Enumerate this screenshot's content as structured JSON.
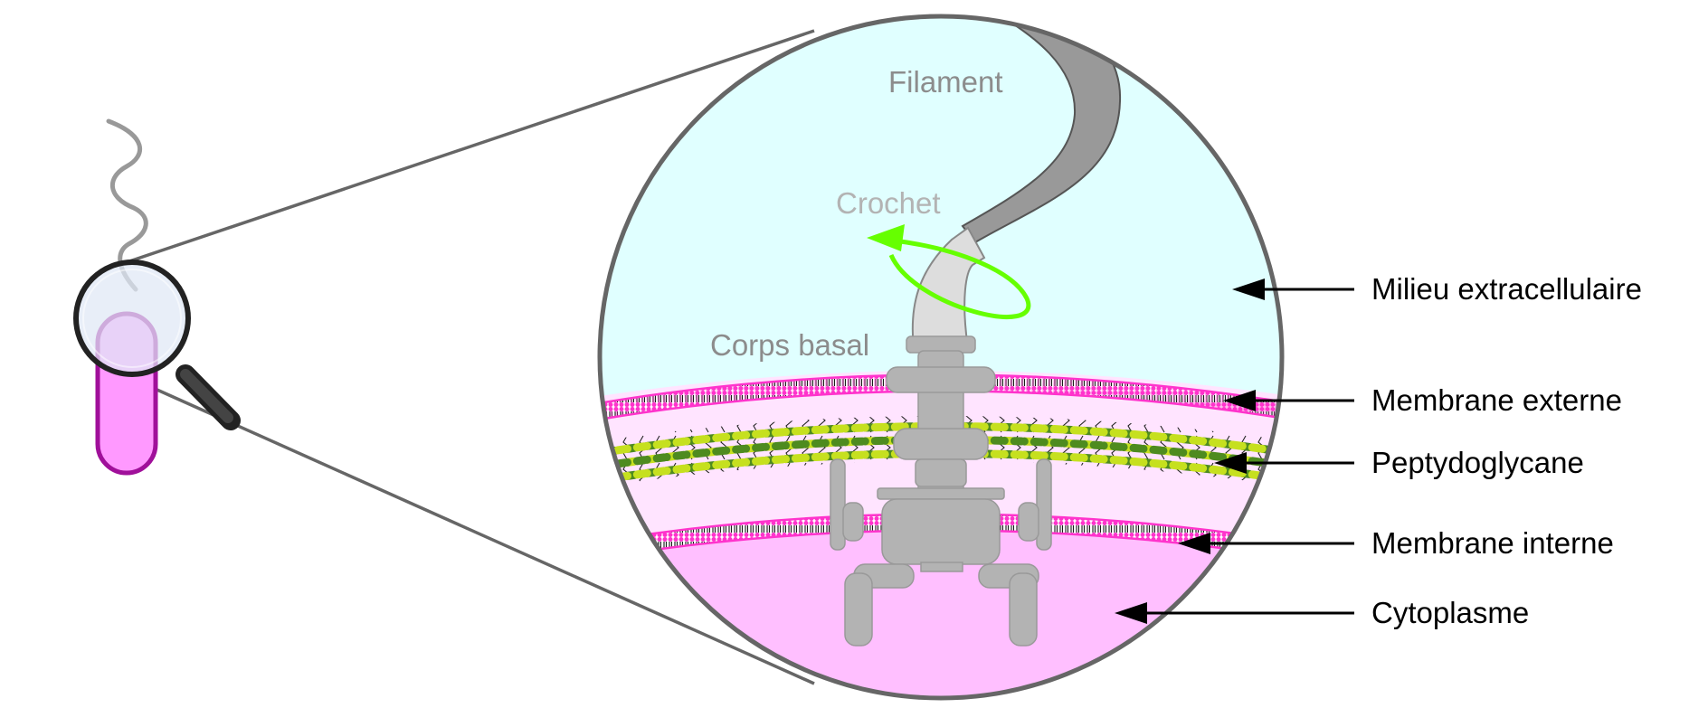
{
  "labels": {
    "filament": "Filament",
    "crochet": "Crochet",
    "corps_basal": "Corps basal"
  },
  "callouts": [
    {
      "key": "milieu",
      "text": "Milieu extracellulaire"
    },
    {
      "key": "membrane_externe",
      "text": "Membrane externe"
    },
    {
      "key": "peptydoglycane",
      "text": "Peptydoglycane"
    },
    {
      "key": "membrane_interne",
      "text": "Membrane interne"
    },
    {
      "key": "cytoplasme",
      "text": "Cytoplasme"
    }
  ],
  "colors": {
    "extracellular": "#e0ffff",
    "periplasm": "#ffe4ff",
    "cytoplasm": "#ffbfff",
    "membrane_head": "#ff33cc",
    "pg_dark": "#4e8b1f",
    "pg_light": "#c6e01f",
    "motor": "#b3b3b3",
    "filament": "#999999",
    "hook": "#dddddd",
    "rotation_arrow": "#66ff00",
    "bacterium_body": "#ff99ff",
    "bacterium_outline": "#a0109a",
    "text_grey": "#8c8c8c",
    "text_light": "#b3b3b3"
  },
  "icons": {
    "magnifier": "magnifier-icon",
    "rotation": "rotation-arrow-icon",
    "callout_arrow": "arrow-left-icon"
  }
}
